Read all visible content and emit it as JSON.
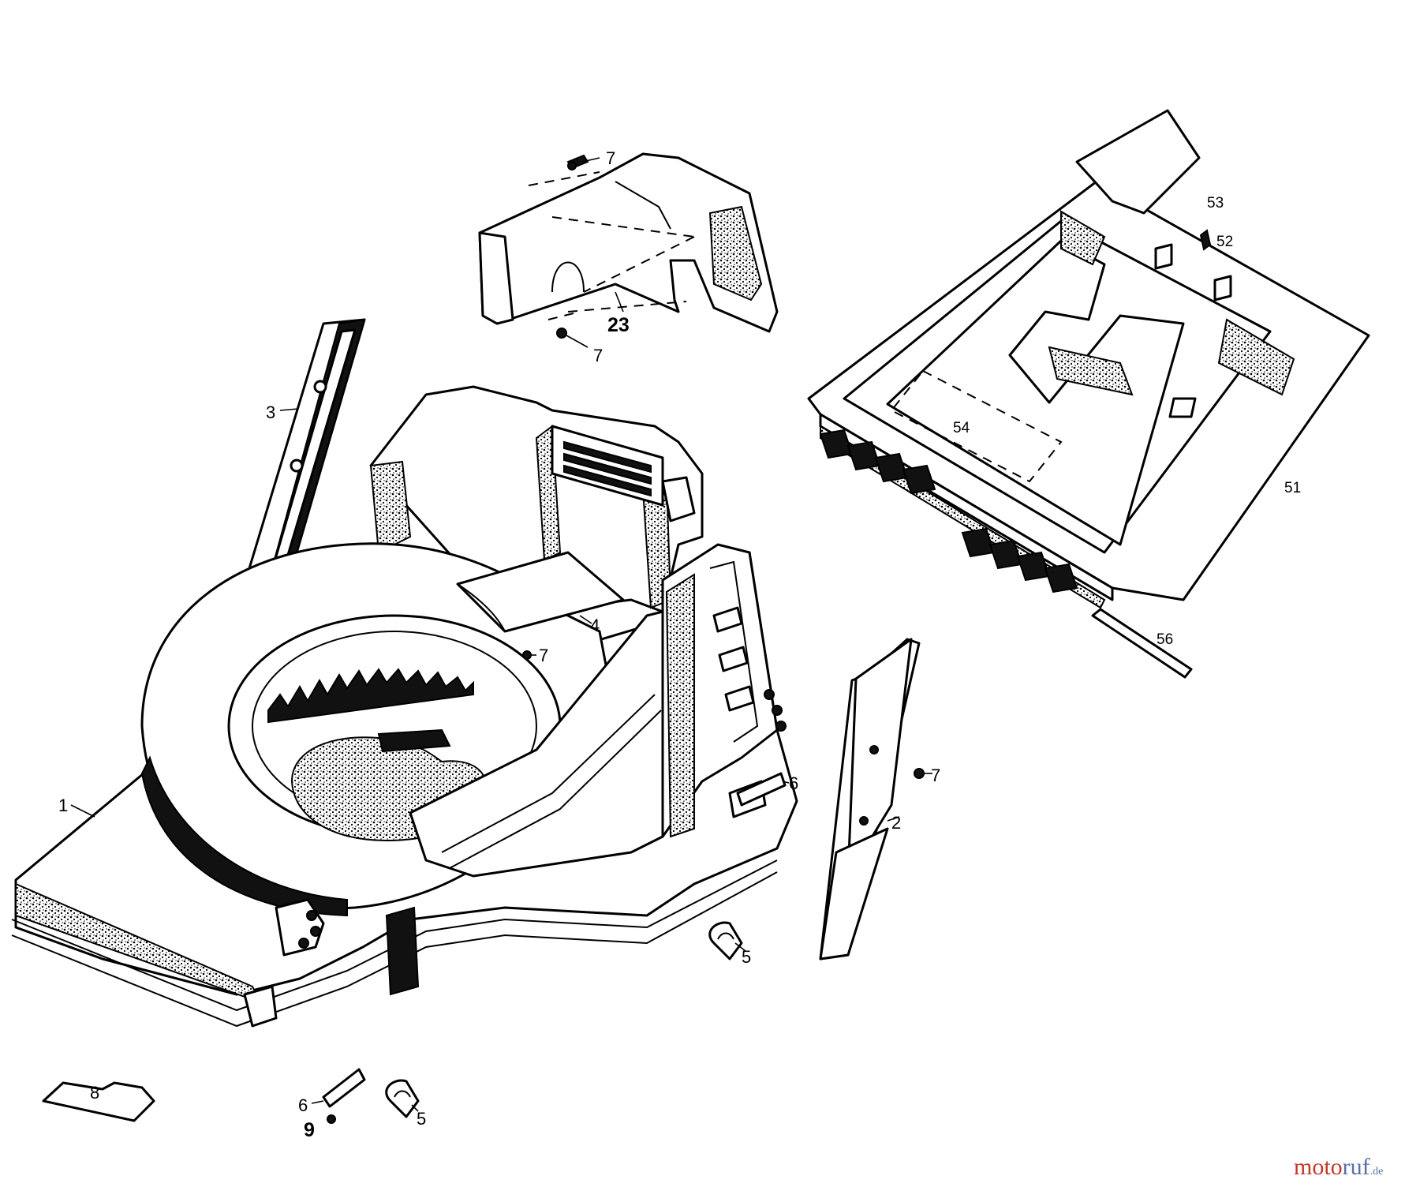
{
  "callouts": {
    "c1": "1",
    "c2": "2",
    "c3": "3",
    "c4": "4",
    "c5a": "5",
    "c5b": "5",
    "c6a": "6",
    "c6b": "6",
    "c7a": "7",
    "c7b": "7",
    "c7c": "7",
    "c7d": "7",
    "c8": "8",
    "c9": "9",
    "c23": "23",
    "c51": "51",
    "c52": "52",
    "c53": "53",
    "c54": "54",
    "c56": "56"
  },
  "watermark": {
    "part1": "moto",
    "part2": "ruf",
    "part3": ".de"
  }
}
